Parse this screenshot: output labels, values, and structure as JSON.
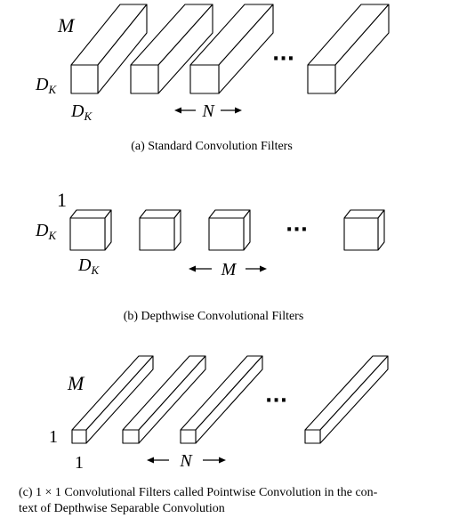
{
  "panel_a": {
    "depth_label": "M",
    "height_label": "D",
    "height_sub": "K",
    "width_label": "D",
    "width_sub": "K",
    "count_label": "N",
    "ellipsis": "···",
    "caption": "(a)  Standard Convolution Filters"
  },
  "panel_b": {
    "depth_label": "1",
    "height_label": "D",
    "height_sub": "K",
    "width_label": "D",
    "width_sub": "K",
    "count_label": "M",
    "ellipsis": "···",
    "caption": "(b)  Depthwise Convolutional Filters"
  },
  "panel_c": {
    "depth_label": "M",
    "height_label": "1",
    "width_label": "1",
    "count_label": "N",
    "ellipsis": "···",
    "caption_line1": "(c)  1 × 1 Convolutional Filters called Pointwise Convolution in the con-",
    "caption_line2": "text of Depthwise Separable Convolution"
  }
}
